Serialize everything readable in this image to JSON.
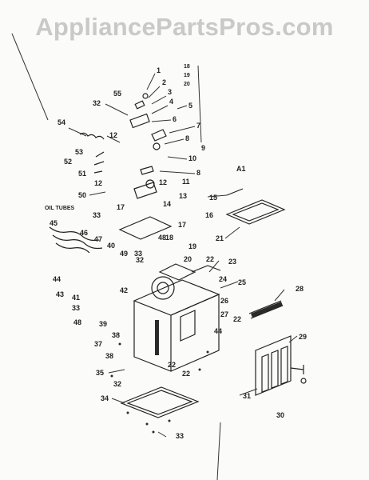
{
  "watermark": "AppliancePartsPros.com",
  "callouts": [
    {
      "id": "c1",
      "text": "1"
    },
    {
      "id": "c2",
      "text": "2"
    },
    {
      "id": "c3",
      "text": "3"
    },
    {
      "id": "c4",
      "text": "4"
    },
    {
      "id": "c5",
      "text": "5"
    },
    {
      "id": "c6",
      "text": "6"
    },
    {
      "id": "c7",
      "text": "7"
    },
    {
      "id": "c8a",
      "text": "8"
    },
    {
      "id": "c9",
      "text": "9"
    },
    {
      "id": "c10",
      "text": "10"
    },
    {
      "id": "c8b",
      "text": "8"
    },
    {
      "id": "c11",
      "text": "11"
    },
    {
      "id": "c12a",
      "text": "12"
    },
    {
      "id": "c12b",
      "text": "12"
    },
    {
      "id": "c12c",
      "text": "12"
    },
    {
      "id": "c13",
      "text": "13"
    },
    {
      "id": "c14",
      "text": "14"
    },
    {
      "id": "c15",
      "text": "15"
    },
    {
      "id": "c16",
      "text": "16"
    },
    {
      "id": "c17a",
      "text": "17"
    },
    {
      "id": "c17b",
      "text": "17"
    },
    {
      "id": "c18a",
      "text": "18"
    },
    {
      "id": "c18b",
      "text": "18"
    },
    {
      "id": "c19a",
      "text": "19"
    },
    {
      "id": "c19b",
      "text": "19"
    },
    {
      "id": "c20a",
      "text": "20"
    },
    {
      "id": "c20b",
      "text": "20"
    },
    {
      "id": "c21",
      "text": "21"
    },
    {
      "id": "c22a",
      "text": "22"
    },
    {
      "id": "c22b",
      "text": "22"
    },
    {
      "id": "c22c",
      "text": "22"
    },
    {
      "id": "c22d",
      "text": "22"
    },
    {
      "id": "c23",
      "text": "23"
    },
    {
      "id": "c24",
      "text": "24"
    },
    {
      "id": "c25",
      "text": "25"
    },
    {
      "id": "c26",
      "text": "26"
    },
    {
      "id": "c27",
      "text": "27"
    },
    {
      "id": "c28",
      "text": "28"
    },
    {
      "id": "c29",
      "text": "29"
    },
    {
      "id": "c30",
      "text": "30"
    },
    {
      "id": "c31",
      "text": "31"
    },
    {
      "id": "c32a",
      "text": "32"
    },
    {
      "id": "c32b",
      "text": "32"
    },
    {
      "id": "c32c",
      "text": "32"
    },
    {
      "id": "c33a",
      "text": "33"
    },
    {
      "id": "c33b",
      "text": "33"
    },
    {
      "id": "c33c",
      "text": "33"
    },
    {
      "id": "c33d",
      "text": "33"
    },
    {
      "id": "c34",
      "text": "34"
    },
    {
      "id": "c35",
      "text": "35"
    },
    {
      "id": "c37",
      "text": "37"
    },
    {
      "id": "c38a",
      "text": "38"
    },
    {
      "id": "c38b",
      "text": "38"
    },
    {
      "id": "c39",
      "text": "39"
    },
    {
      "id": "c40",
      "text": "40"
    },
    {
      "id": "c41",
      "text": "41"
    },
    {
      "id": "c42",
      "text": "42"
    },
    {
      "id": "c43",
      "text": "43"
    },
    {
      "id": "c44a",
      "text": "44"
    },
    {
      "id": "c44b",
      "text": "44"
    },
    {
      "id": "c45",
      "text": "45"
    },
    {
      "id": "c46",
      "text": "46"
    },
    {
      "id": "c47",
      "text": "47"
    },
    {
      "id": "c48a",
      "text": "48"
    },
    {
      "id": "c48b",
      "text": "48"
    },
    {
      "id": "c49",
      "text": "49"
    },
    {
      "id": "c50",
      "text": "50"
    },
    {
      "id": "c51",
      "text": "51"
    },
    {
      "id": "c52",
      "text": "52"
    },
    {
      "id": "c53",
      "text": "53"
    },
    {
      "id": "c54",
      "text": "54"
    },
    {
      "id": "c55",
      "text": "55"
    },
    {
      "id": "cA1",
      "text": "A1"
    }
  ],
  "labels": {
    "oil_tubes": "OIL TUBES"
  }
}
